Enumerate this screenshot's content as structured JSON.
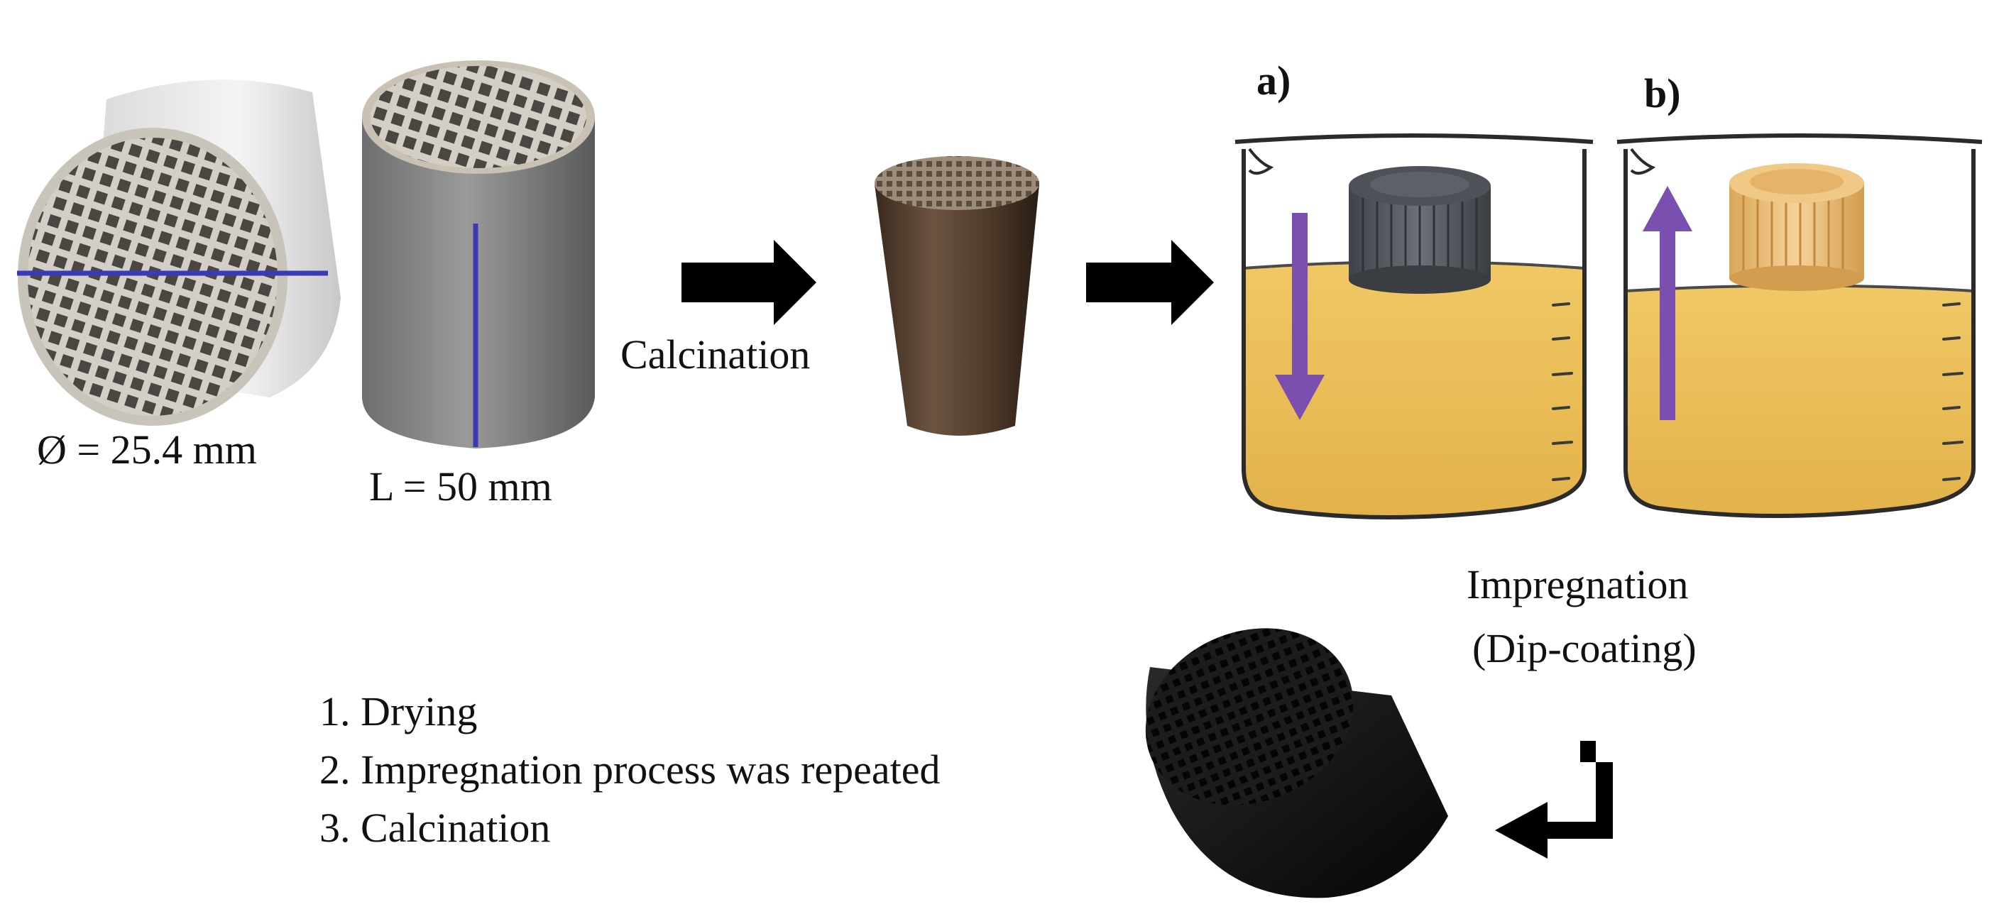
{
  "labels": {
    "diameter": "Ø = 25.4 mm",
    "length": "L = 50 mm",
    "calcination": "Calcination",
    "beaker_a": "a)",
    "beaker_b": "b)",
    "impregnation_line1": "Impregnation",
    "impregnation_line2": "(Dip-coating)"
  },
  "steps": [
    "1. Drying",
    "2. Impregnation process was repeated",
    "3. Calcination"
  ],
  "colors": {
    "dimension_line": "#3a3ab8",
    "solution": "#e9b94e",
    "arrow_purple": "#7a4fb0",
    "arrow_black": "#000000"
  },
  "icons": {
    "flow_arrow": "right-arrow-icon",
    "return_arrow": "corner-return-arrow-icon",
    "dip_down": "down-arrow-icon",
    "dip_up": "up-arrow-icon"
  }
}
